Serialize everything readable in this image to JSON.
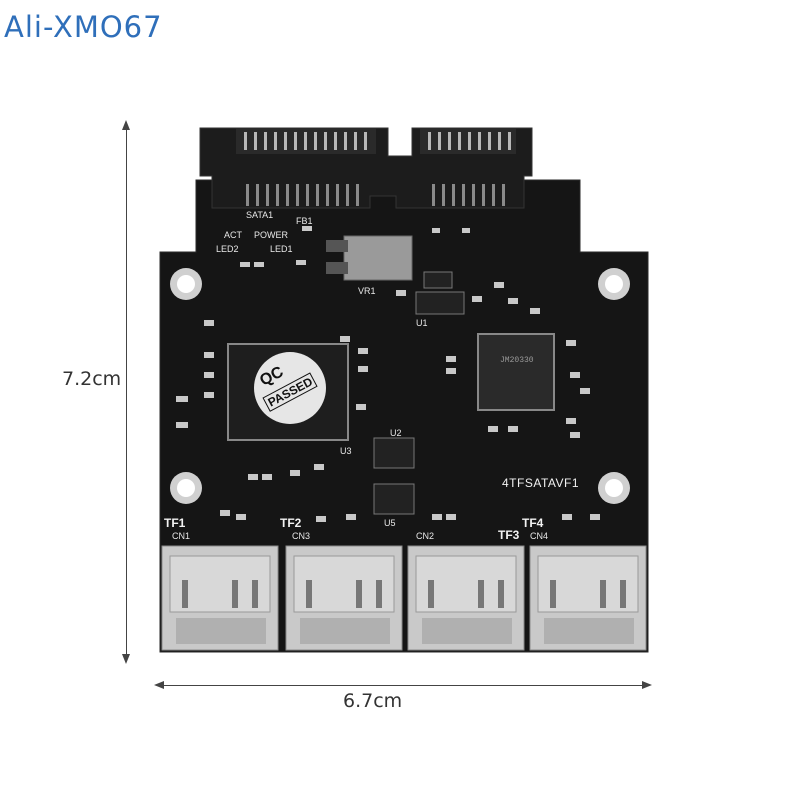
{
  "watermark": "Ali-XMO67",
  "dimensions": {
    "height_label": "7.2cm",
    "width_label": "6.7cm"
  },
  "board": {
    "model": "4TFSATAVF1",
    "qc_text": "QC",
    "qc_passed": "PASSED",
    "chip_text": "JM20330",
    "silk": {
      "sata1": "SATA1",
      "fb1": "FB1",
      "act": "ACT",
      "power": "POWER",
      "led2": "LED2",
      "led1": "LED1",
      "vr1": "VR1",
      "u1": "U1",
      "u2": "U2",
      "u3": "U3",
      "u5": "U5"
    },
    "slots": [
      {
        "label": "TF1",
        "cn": "CN1"
      },
      {
        "label": "TF2",
        "cn": "CN3"
      },
      {
        "label": "TF3",
        "cn": "CN2"
      },
      {
        "label": "TF4",
        "cn": "CN4"
      }
    ]
  },
  "colors": {
    "pcb": "#141414",
    "silk": "#e8e8e8",
    "metal": "#c9c9c9",
    "watermark": "#2f6fba"
  }
}
